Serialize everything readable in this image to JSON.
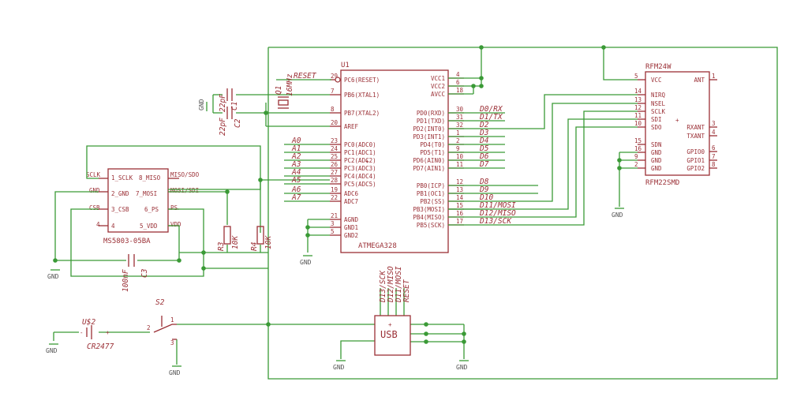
{
  "u1": {
    "ref": "U1",
    "value": "ATMEGA328",
    "left_pins": [
      {
        "num": "29",
        "name": "PC6(RESET)"
      },
      {
        "num": "7",
        "name": "PB6(XTAL1)"
      },
      {
        "num": "8",
        "name": "PB7(XTAL2)"
      },
      {
        "num": "20",
        "name": "AREF"
      },
      {
        "num": "23",
        "name": "PC0(ADC0)"
      },
      {
        "num": "24",
        "name": "PC1(ADC1)"
      },
      {
        "num": "25",
        "name": "PC2(ADC2)"
      },
      {
        "num": "26",
        "name": "PC3(ADC3)"
      },
      {
        "num": "27",
        "name": "PC4(ADC4)"
      },
      {
        "num": "28",
        "name": "PC5(ADC5)"
      },
      {
        "num": "19",
        "name": "ADC6"
      },
      {
        "num": "22",
        "name": "ADC7"
      },
      {
        "num": "21",
        "name": "AGND"
      },
      {
        "num": "3",
        "name": "GND1"
      },
      {
        "num": "5",
        "name": "GND2"
      }
    ],
    "right_pins": [
      {
        "num": "4",
        "name": "VCC1"
      },
      {
        "num": "6",
        "name": "VCC2"
      },
      {
        "num": "18",
        "name": "AVCC"
      },
      {
        "num": "30",
        "name": "PD0(RXD)"
      },
      {
        "num": "31",
        "name": "PD1(TXD)"
      },
      {
        "num": "32",
        "name": "PD2(INT0)"
      },
      {
        "num": "1",
        "name": "PD3(INT1)"
      },
      {
        "num": "2",
        "name": "PD4(T0)"
      },
      {
        "num": "9",
        "name": "PD5(T1)"
      },
      {
        "num": "10",
        "name": "PD6(AIN0)"
      },
      {
        "num": "11",
        "name": "PD7(AIN1)"
      },
      {
        "num": "12",
        "name": "PB0(ICP)"
      },
      {
        "num": "13",
        "name": "PB1(OC1)"
      },
      {
        "num": "14",
        "name": "PB2(SS)"
      },
      {
        "num": "15",
        "name": "PB3(MOSI)"
      },
      {
        "num": "16",
        "name": "PB4(MISO)"
      },
      {
        "num": "17",
        "name": "PB5(SCK)"
      }
    ],
    "left_nets": [
      "RESET",
      "A0",
      "A1",
      "A2",
      "A3",
      "A4",
      "A5",
      "A6",
      "A7"
    ],
    "right_nets": [
      "D0/RX",
      "D1/TX",
      "D2",
      "D3",
      "D4",
      "D5",
      "D6",
      "D7",
      "D8",
      "D9",
      "D10",
      "D11/MOSI",
      "D12/MISO",
      "D13/SCK"
    ]
  },
  "rfm": {
    "top": "RFM24W",
    "bottom": "RFM22SMD",
    "left_pins": [
      {
        "num": "5",
        "name": "VCC"
      },
      {
        "num": "14",
        "name": "NIRQ"
      },
      {
        "num": "13",
        "name": "NSEL"
      },
      {
        "num": "12",
        "name": "SCLK"
      },
      {
        "num": "11",
        "name": "SDI"
      },
      {
        "num": "10",
        "name": "SDO"
      },
      {
        "num": "15",
        "name": "SDN"
      },
      {
        "num": "16",
        "name": "GND"
      },
      {
        "num": "9",
        "name": "GND"
      },
      {
        "num": "2",
        "name": "GND"
      }
    ],
    "right_pins": [
      {
        "num": "1",
        "name": "ANT"
      },
      {
        "num": "3",
        "name": "RXANT"
      },
      {
        "num": "4",
        "name": "TXANT"
      },
      {
        "num": "6",
        "name": "GPIO0"
      },
      {
        "num": "7",
        "name": "GPIO1"
      },
      {
        "num": "8",
        "name": "GPIO2"
      }
    ]
  },
  "ms": {
    "name": "MS5803-05BA",
    "pins": [
      {
        "num": "1",
        "name": "SCLK",
        "label": "1_SCLK"
      },
      {
        "num": "8",
        "name": "MISO",
        "label": "8_MISO"
      },
      {
        "num": "2",
        "name": "GND",
        "label": "2_GND"
      },
      {
        "num": "7",
        "name": "MOSI",
        "label": "7_MOSI"
      },
      {
        "num": "3",
        "name": "CSB",
        "label": "3_CSB"
      },
      {
        "num": "6",
        "name": "PS",
        "label": "6_PS"
      },
      {
        "num": "4",
        "name": "",
        "label": "4"
      },
      {
        "num": "5",
        "name": "VDD",
        "label": "5_VDD"
      }
    ],
    "ext": [
      "SCLK",
      "GND",
      "CSB",
      "MISO/SDO",
      "MOSI/SDI",
      "PS",
      "VDD",
      "4"
    ]
  },
  "parts": {
    "c1": "C1",
    "c1_val": "22pF",
    "c2": "C2",
    "c2_val": "22pF",
    "q1": "Q1",
    "q1_val": "16MHz",
    "r3": "R3",
    "r3_val": "10K",
    "r4": "R4",
    "r4_val": "10K",
    "c3": "C3",
    "c3_val": "100nF",
    "u2": "U$2",
    "u2_val": "CR2477",
    "s2": "S2",
    "s2_pins": [
      "1",
      "2",
      "3"
    ],
    "usb": "USB",
    "usb_nets": [
      "D13/SCK",
      "D12/MISO",
      "D11/MOSI",
      "RESET"
    ]
  },
  "gnd_label": "GND"
}
